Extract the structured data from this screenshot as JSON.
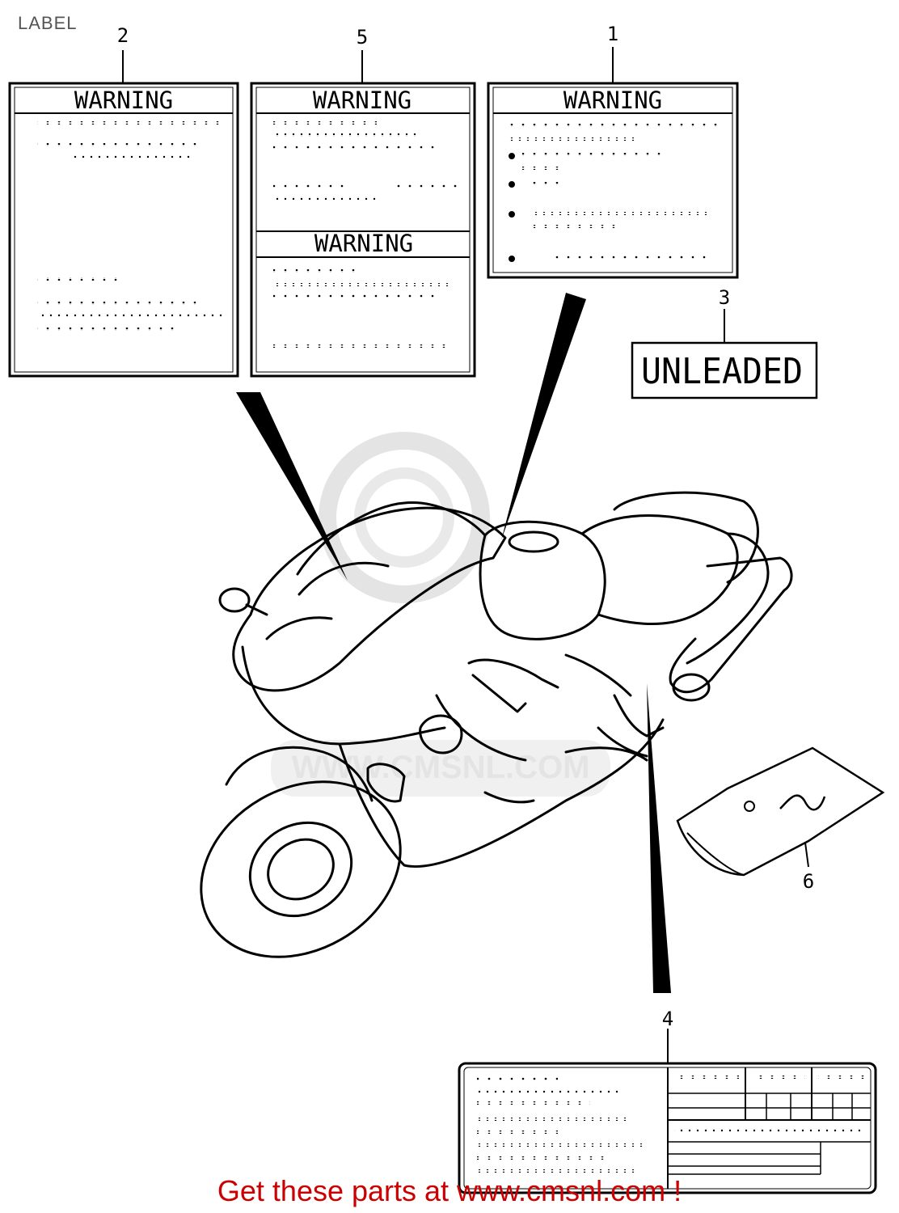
{
  "page": {
    "title": "LABEL"
  },
  "callouts": [
    "2",
    "5",
    "1",
    "3",
    "4",
    "6"
  ],
  "labels": {
    "warning_2": "WARNING",
    "warning_5_top": "WARNING",
    "warning_5_bottom": "WARNING",
    "warning_1": "WARNING",
    "unleaded": "UNLEADED"
  },
  "watermark": {
    "text": "WWW.CMSNL.COM",
    "color": "#d8d8d8"
  },
  "footer": {
    "text": "Get these parts at www.cmsnl.com !",
    "color": "#cc0000"
  },
  "icons": [
    "motorcycle-drawing",
    "pointer-arrow",
    "bullet-dot",
    "small-tag-label"
  ]
}
